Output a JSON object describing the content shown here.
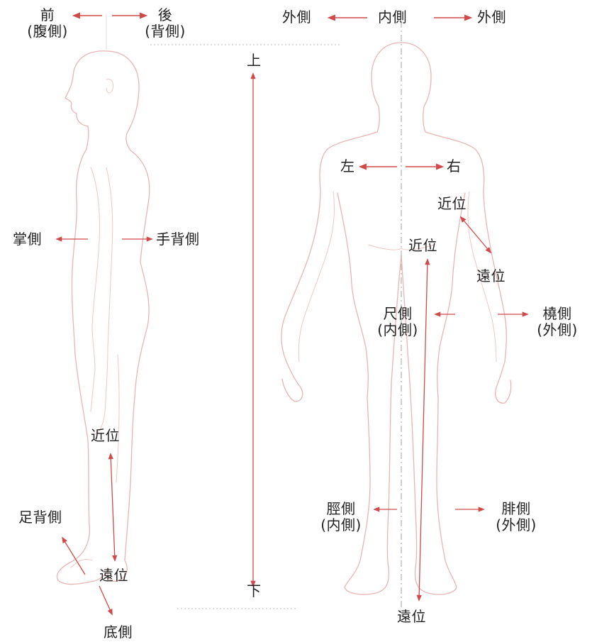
{
  "colors": {
    "arrow": "#d04a4a",
    "outline": "#e8b4b4",
    "axis": "#bbbbbb",
    "text": "#222222"
  },
  "side_view": {
    "front": "前",
    "front_sub": "(腹側)",
    "back": "後",
    "back_sub": "(背側)",
    "palmar": "掌側",
    "dorsal_hand": "手背側",
    "proximal": "近位",
    "distal": "遠位",
    "dorsal_foot": "足背側",
    "plantar": "底側"
  },
  "vertical_axis": {
    "top": "上",
    "bottom": "下"
  },
  "back_view": {
    "lateral_left": "外側",
    "medial": "内側",
    "lateral_right": "外側",
    "left": "左",
    "right": "右",
    "arm_proximal": "近位",
    "ulnar": "尺側",
    "ulnar_sub": "(内側)",
    "radial": "橈側",
    "radial_sub": "(外側)",
    "arm_distal": "遠位",
    "leg_proximal": "近位",
    "tibial": "脛側",
    "tibial_sub": "(内側)",
    "fibular": "腓側",
    "fibular_sub": "(外側)",
    "leg_distal": "遠位"
  }
}
